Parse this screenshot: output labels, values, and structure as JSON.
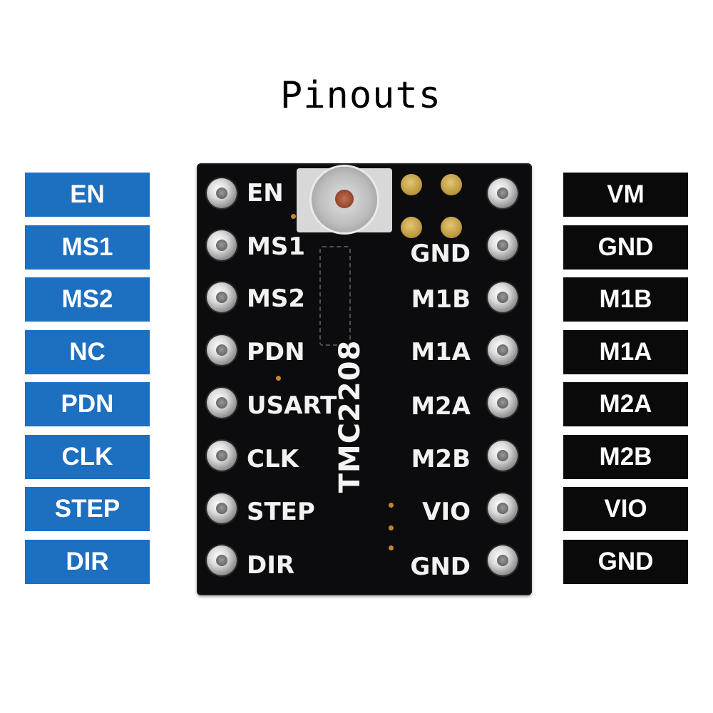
{
  "title": "Pinouts",
  "chip_name": "TMC2208",
  "left_labels": [
    "EN",
    "MS1",
    "MS2",
    "NC",
    "PDN",
    "CLK",
    "STEP",
    "DIR"
  ],
  "right_labels": [
    "VM",
    "GND",
    "M1B",
    "M1A",
    "M2A",
    "M2B",
    "VIO",
    "GND"
  ],
  "board_left_silkscreen": [
    "EN",
    "MS1",
    "MS2",
    "PDN",
    "USART",
    "CLK",
    "STEP",
    "DIR"
  ],
  "board_right_silkscreen": [
    "GND",
    "M1B",
    "M1A",
    "M2A",
    "M2B",
    "VIO",
    "GND"
  ],
  "colors": {
    "left_label_bg": "#1d6fc0",
    "right_label_bg": "#0a0a0a",
    "label_text": "#ffffff",
    "board": "#0c0c0e"
  }
}
